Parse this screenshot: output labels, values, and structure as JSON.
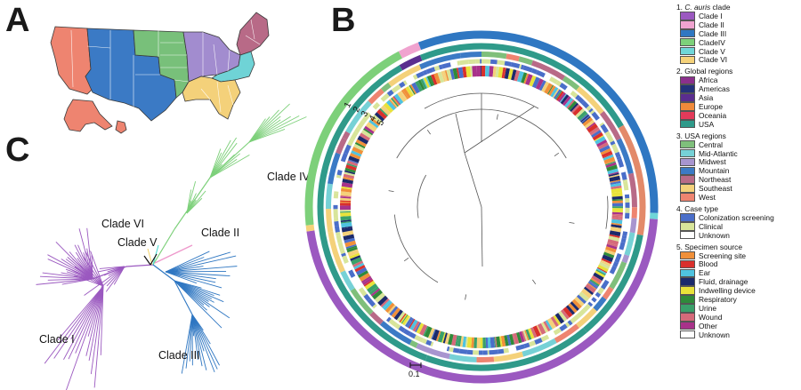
{
  "panels": {
    "a": "A",
    "b": "B",
    "c": "C"
  },
  "map": {
    "regions": [
      {
        "name": "West",
        "color": "#ee8470"
      },
      {
        "name": "Mountain",
        "color": "#3b7ac5"
      },
      {
        "name": "Central",
        "color": "#78c07a"
      },
      {
        "name": "Midwest",
        "color": "#a28ccf"
      },
      {
        "name": "Northeast",
        "color": "#b86a87"
      },
      {
        "name": "Mid-Atlantic",
        "color": "#6fd3d6"
      },
      {
        "name": "Southeast",
        "color": "#f4d17a"
      }
    ]
  },
  "tree_unrooted": {
    "clade_labels": [
      "Clade IV",
      "Clade VI",
      "Clade V",
      "Clade II",
      "Clade I",
      "Clade III"
    ],
    "colors": {
      "clade1": "#9b59c0",
      "clade2": "#ee99cc",
      "clade3": "#2f77c2",
      "clade4": "#7dd07a",
      "clade5": "#40d8d0",
      "clade6": "#f2d36b"
    }
  },
  "circular_tree": {
    "ring_numbers": [
      "1",
      "2",
      "3",
      "4",
      "5"
    ],
    "scale_label": "0.1"
  },
  "legend": {
    "sections": [
      {
        "title_prefix": "1. ",
        "title_italic": "C. auris",
        "title_suffix": " clade",
        "items": [
          {
            "label": "Clade I",
            "color": "#9b59c0"
          },
          {
            "label": "Clade II",
            "color": "#f0a3cf"
          },
          {
            "label": "Clade III",
            "color": "#2f77c2"
          },
          {
            "label": "CladeIV",
            "color": "#7dd07a"
          },
          {
            "label": "Clade V",
            "color": "#6fd6d8"
          },
          {
            "label": "Clade VI",
            "color": "#f5d27a"
          }
        ]
      },
      {
        "title_prefix": "2. Global regions",
        "title_italic": "",
        "title_suffix": "",
        "items": [
          {
            "label": "Africa",
            "color": "#8b2f8c"
          },
          {
            "label": "Americas",
            "color": "#23327a"
          },
          {
            "label": "Asia",
            "color": "#5a2d8f"
          },
          {
            "label": "Europe",
            "color": "#f08a3a"
          },
          {
            "label": "Oceania",
            "color": "#e33a5a"
          },
          {
            "label": "USA",
            "color": "#2f9a8a"
          }
        ]
      },
      {
        "title_prefix": "3. USA regions",
        "title_italic": "",
        "title_suffix": "",
        "items": [
          {
            "label": "Central",
            "color": "#7fbf7b"
          },
          {
            "label": "Mid-Atlantic",
            "color": "#76d1d6"
          },
          {
            "label": "Midwest",
            "color": "#a895cf"
          },
          {
            "label": "Mountain",
            "color": "#3b7ac5"
          },
          {
            "label": "Northeast",
            "color": "#b86a87"
          },
          {
            "label": "Southeast",
            "color": "#f4d17a"
          },
          {
            "label": "West",
            "color": "#ee8470"
          }
        ]
      },
      {
        "title_prefix": "4. Case type",
        "title_italic": "",
        "title_suffix": "",
        "items": [
          {
            "label": "Colonization screening",
            "color": "#4a6ec9"
          },
          {
            "label": "Clinical",
            "color": "#d8e59a"
          },
          {
            "label": "Unknown",
            "color": "#ffffff"
          }
        ]
      },
      {
        "title_prefix": "5. Specimen source",
        "title_italic": "",
        "title_suffix": "",
        "items": [
          {
            "label": "Screening site",
            "color": "#f0903a"
          },
          {
            "label": "Blood",
            "color": "#d9302c"
          },
          {
            "label": "Ear",
            "color": "#4fc3e0"
          },
          {
            "label": "Fluid, drainage",
            "color": "#1c2a6b"
          },
          {
            "label": "Indwelling device",
            "color": "#e9e23a"
          },
          {
            "label": "Respiratory",
            "color": "#2f8a3a"
          },
          {
            "label": "Urine",
            "color": "#3aa06a"
          },
          {
            "label": "Wound",
            "color": "#d56a7a"
          },
          {
            "label": "Other",
            "color": "#a8328a"
          },
          {
            "label": "Unknown",
            "color": "#ffffff"
          }
        ]
      }
    ]
  }
}
